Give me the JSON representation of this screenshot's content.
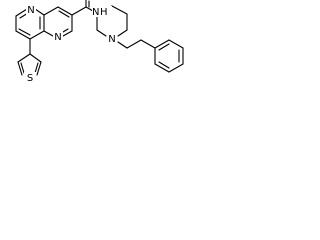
{
  "structure": {
    "atoms": {
      "n_ring_top": "N",
      "n_ring_bottom": "N",
      "n_amide": "N",
      "h_amide": "H",
      "o_carbonyl": "O",
      "s_thiophene": "S",
      "n_piperidine": "N"
    }
  }
}
